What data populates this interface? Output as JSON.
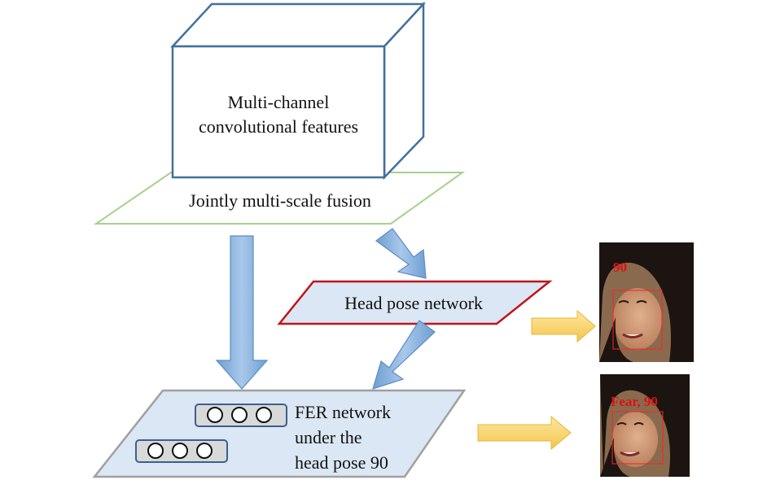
{
  "diagram": {
    "feature_block": {
      "line1": "Multi-channel",
      "line2": "convolutional  features"
    },
    "fusion_plane": {
      "label": "Jointly multi-scale  fusion"
    },
    "head_pose": {
      "label": "Head pose network"
    },
    "fer": {
      "line1": "FER network",
      "line2": "under the",
      "line3": "head pose 90"
    },
    "face_top": {
      "label": "90"
    },
    "face_bottom": {
      "label": "Fear, 90"
    }
  }
}
